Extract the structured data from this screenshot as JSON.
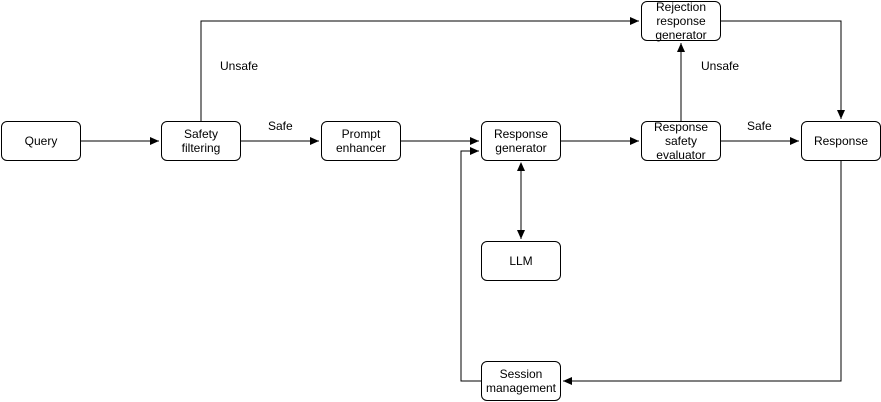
{
  "nodes": {
    "query": "Query",
    "safety_filtering": "Safety filtering",
    "prompt_enhancer": "Prompt\nenhancer",
    "response_generator": "Response\ngenerator",
    "response_safety_evaluator": "Response\nsafety\nevaluator",
    "response": "Response",
    "rejection_response_generator": "Rejection\nresponse\ngenerator",
    "llm": "LLM",
    "session_management": "Session\nmanagement"
  },
  "edge_labels": {
    "filter_safe": "Safe",
    "filter_unsafe": "Unsafe",
    "evaluator_safe": "Safe",
    "evaluator_unsafe": "Unsafe"
  }
}
